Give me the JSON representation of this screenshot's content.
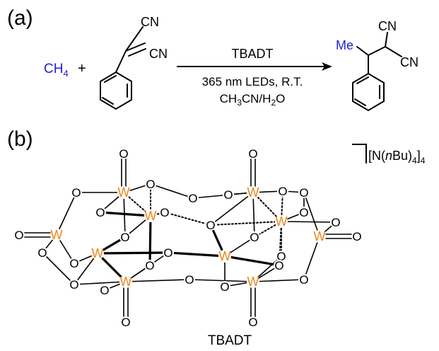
{
  "panel_a": {
    "label": "(a)",
    "reactant_methane": "CH",
    "reactant_methane_sub": "4",
    "plus": "+",
    "cn_top": "CN",
    "cn_right": "CN",
    "reagent": "TBADT",
    "conditions_line1": "365 nm LEDs, R.T.",
    "conditions_solvent_a": "CH",
    "conditions_solvent_sub1": "3",
    "conditions_solvent_b": "CN/H",
    "conditions_solvent_sub2": "2",
    "conditions_solvent_c": "O",
    "product_me": "Me",
    "product_cn_top": "CN",
    "product_cn_right": "CN"
  },
  "panel_b": {
    "label": "(b)",
    "counterion_a": "[N(",
    "counterion_n": "n",
    "counterion_b": "Bu)",
    "counterion_sub1": "4",
    "counterion_c": "]",
    "counterion_sub2": "4",
    "caption": "TBADT",
    "atom_w": "W",
    "atom_o": "O"
  },
  "colors": {
    "methane": "#1f1fd6",
    "methyl": "#1f1fd6",
    "tungsten": "#e8861a",
    "bond": "#000000"
  }
}
